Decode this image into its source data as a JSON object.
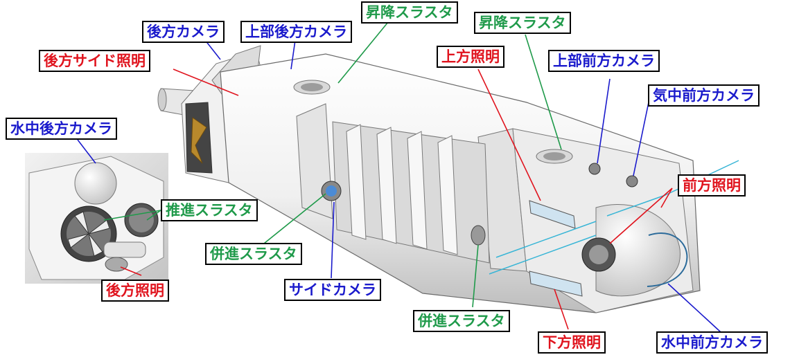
{
  "colors": {
    "camera": "#1a1acc",
    "thruster": "#1f9a4a",
    "light": "#e0141e",
    "body": "#eeeeee",
    "outline": "#666666",
    "inset_bg": "#d8d8d8"
  },
  "labels": [
    {
      "id": "rear-camera",
      "text": "後方カメラ",
      "kind": "camera"
    },
    {
      "id": "upper-rear-camera",
      "text": "上部後方カメラ",
      "kind": "camera"
    },
    {
      "id": "lift-thruster-1",
      "text": "昇降スラスタ",
      "kind": "thruster"
    },
    {
      "id": "lift-thruster-2",
      "text": "昇降スラスタ",
      "kind": "thruster"
    },
    {
      "id": "rear-side-light",
      "text": "後方サイド照明",
      "kind": "light"
    },
    {
      "id": "upper-light",
      "text": "上方照明",
      "kind": "light"
    },
    {
      "id": "upper-front-camera",
      "text": "上部前方カメラ",
      "kind": "camera"
    },
    {
      "id": "air-front-camera",
      "text": "気中前方カメラ",
      "kind": "camera"
    },
    {
      "id": "underwater-rear-camera",
      "text": "水中後方カメラ",
      "kind": "camera"
    },
    {
      "id": "front-light",
      "text": "前方照明",
      "kind": "light"
    },
    {
      "id": "propulsion-thruster",
      "text": "推進スラスタ",
      "kind": "thruster"
    },
    {
      "id": "lateral-thruster-1",
      "text": "併進スラスタ",
      "kind": "thruster"
    },
    {
      "id": "rear-light",
      "text": "後方照明",
      "kind": "light"
    },
    {
      "id": "side-camera",
      "text": "サイドカメラ",
      "kind": "camera"
    },
    {
      "id": "lateral-thruster-2",
      "text": "併進スラスタ",
      "kind": "thruster"
    },
    {
      "id": "lower-light",
      "text": "下方照明",
      "kind": "light"
    },
    {
      "id": "underwater-front-camera",
      "text": "水中前方カメラ",
      "kind": "camera"
    }
  ]
}
